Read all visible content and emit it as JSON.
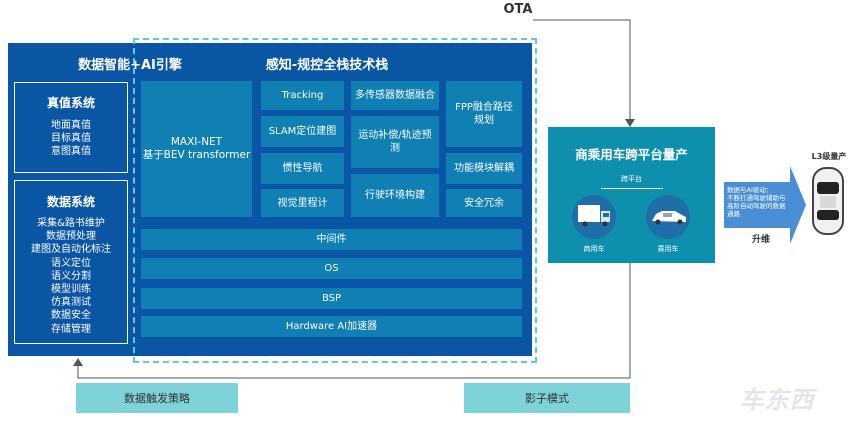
{
  "ota_label": "OTA",
  "left_panel": {
    "title": "数据智能+AI引擎",
    "truth_system": {
      "title": "真值系统",
      "items": [
        "地面真值",
        "目标真值",
        "意图真值"
      ]
    },
    "data_system": {
      "title": "数据系统",
      "items": [
        "采集&路书维护",
        "数据预处理",
        "建图及自动化标注",
        "语义定位",
        "语义分割",
        "模型训练",
        "仿真测试",
        "数据安全",
        "存储管理"
      ]
    }
  },
  "tech_stack": {
    "title": "感知-规控全栈技术栈",
    "maxi_net": [
      "MAXI-NET",
      "基于BEV transformer"
    ],
    "tracking": "Tracking",
    "sensor_fusion": "多传感器数据融合",
    "fpp": [
      "FPP融合路径",
      "规划"
    ],
    "slam": "SLAM定位建图",
    "motion": [
      "运动补偿/轨迹预",
      "测"
    ],
    "inertial_nav": "惯性导航",
    "function_decouple": "功能模块解耦",
    "env_build": "行驶环境构建",
    "visual_odometry": "视觉里程计",
    "safety_redundancy": "安全冗余",
    "middleware": "中间件",
    "os": "OS",
    "bsp": "BSP",
    "hardware_ai": "Hardware AI加速器"
  },
  "platform": {
    "title": "商乘用车跨平台量产",
    "cross_platform": "跨平台",
    "commercial": "商用车",
    "passenger": "乘用车"
  },
  "upgrade": {
    "text": [
      "数据与AI驱动：",
      "不断打通驾驶辅助与",
      "高阶自动驾驶的数据",
      "通路"
    ],
    "label": "升维",
    "l3_label": "L3级量产"
  },
  "bottom": {
    "trigger_strategy": "数据触发策略",
    "shadow_mode": "影子模式"
  },
  "watermark": "车东西",
  "colors": {
    "panel_blue": "#0a55a4",
    "tile_blue": "#0f7fb4",
    "platform_teal": "#0f8fae",
    "dashed_cyan": "#5fcbd6",
    "tag_cyan": "#7ed3d9",
    "arrow_blue": "#4a8fd6"
  }
}
